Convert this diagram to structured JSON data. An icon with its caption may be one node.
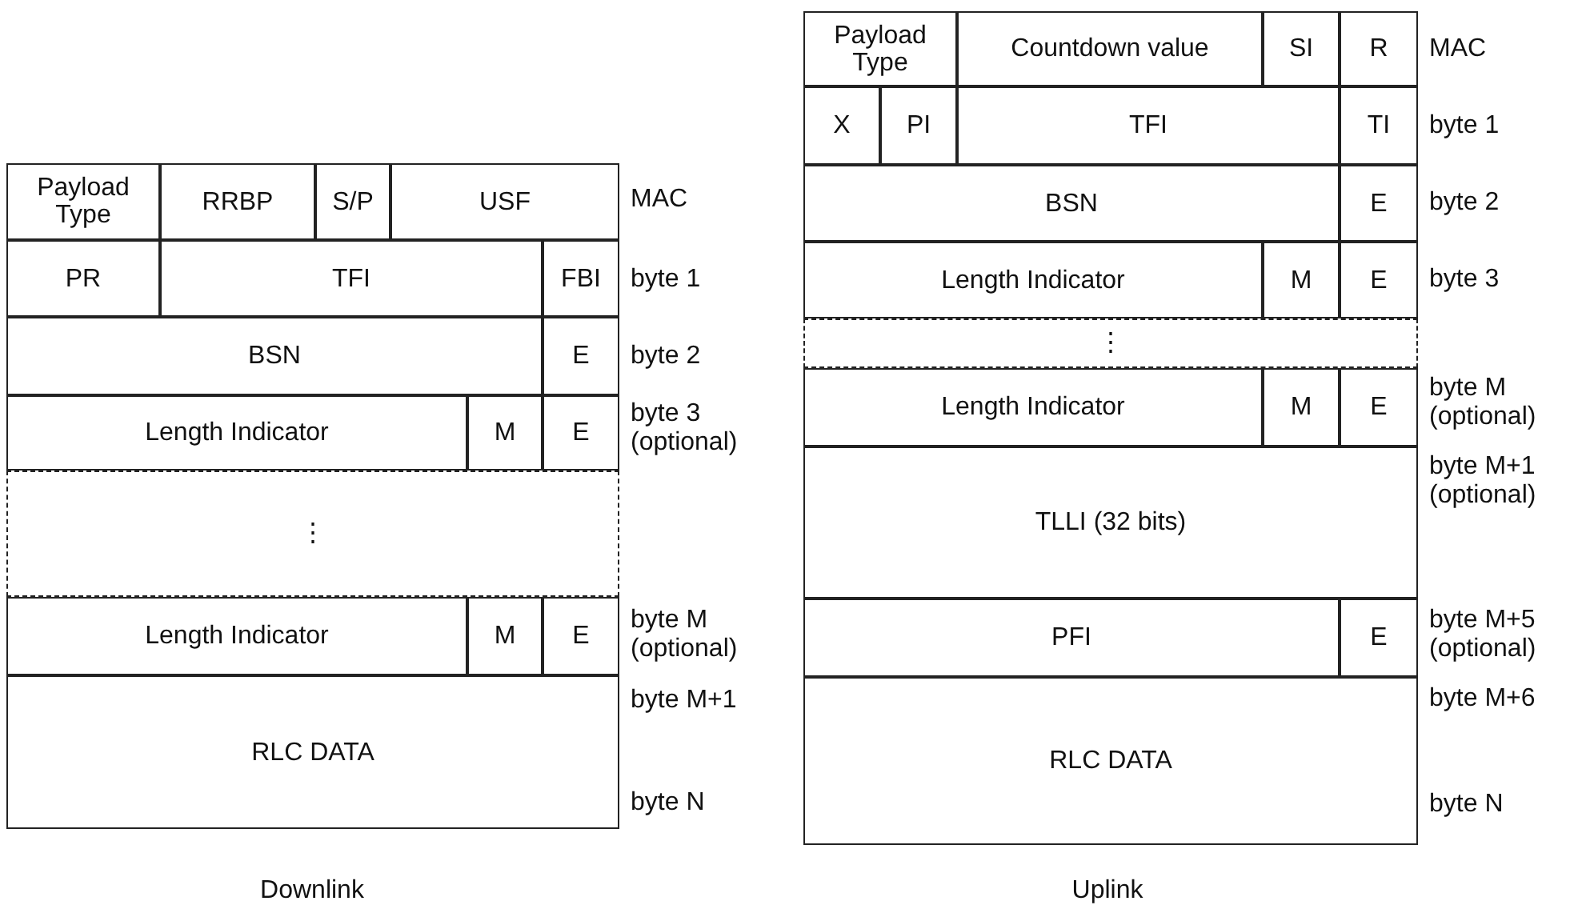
{
  "diagram": {
    "nodes": [
      {
        "text": [
          "Payload Type"
        ]
      },
      {
        "text": [
          "RRBP"
        ]
      },
      {
        "text": [
          "S/P"
        ]
      },
      {
        "text": [
          "USF"
        ]
      },
      {
        "text": [
          "PR"
        ]
      },
      {
        "text": [
          "TFI"
        ]
      },
      {
        "text": [
          "FBI"
        ]
      },
      {
        "text": [
          "BSN"
        ]
      },
      {
        "text": [
          "E"
        ]
      },
      {
        "text": [
          "Length Indicator"
        ]
      },
      {
        "text": [
          "M"
        ]
      },
      {
        "text": [
          "E"
        ]
      },
      {
        "text": [
          "⋮"
        ]
      },
      {
        "text": [
          "Length Indicator"
        ]
      },
      {
        "text": [
          "M"
        ]
      },
      {
        "text": [
          "E"
        ]
      },
      {
        "text": [
          "RLC DATA"
        ]
      },
      {
        "text": [
          "Payload Type"
        ]
      },
      {
        "text": [
          "Countdown value"
        ]
      },
      {
        "text": [
          "SI"
        ]
      },
      {
        "text": [
          "R"
        ]
      },
      {
        "text": [
          "X"
        ]
      },
      {
        "text": [
          "PI"
        ]
      },
      {
        "text": [
          "TFI"
        ]
      },
      {
        "text": [
          "TI"
        ]
      },
      {
        "text": [
          "BSN"
        ]
      },
      {
        "text": [
          "E"
        ]
      },
      {
        "text": [
          "Length Indicator"
        ]
      },
      {
        "text": [
          "M"
        ]
      },
      {
        "text": [
          "E"
        ]
      },
      {
        "text": [
          "⋮"
        ]
      },
      {
        "text": [
          "Length Indicator"
        ]
      },
      {
        "text": [
          "M"
        ]
      },
      {
        "text": [
          "E"
        ]
      },
      {
        "text": [
          "TLLI (32 bits)"
        ]
      },
      {
        "text": [
          "PFI"
        ]
      },
      {
        "text": [
          "E"
        ]
      },
      {
        "text": [
          "RLC DATA"
        ]
      }
    ],
    "edges": [],
    "labels": [
      "MAC",
      "byte 1",
      "byte 2",
      "byte 3 (optional)",
      "byte M (optional)",
      "byte M+1",
      "byte N",
      "Downlink",
      "MAC",
      "byte 1",
      "byte 2",
      "byte 3",
      "byte M (optional)",
      "byte M+1 (optional)",
      "byte M+5 (optional)",
      "byte M+6",
      "byte N",
      "Uplink"
    ]
  }
}
